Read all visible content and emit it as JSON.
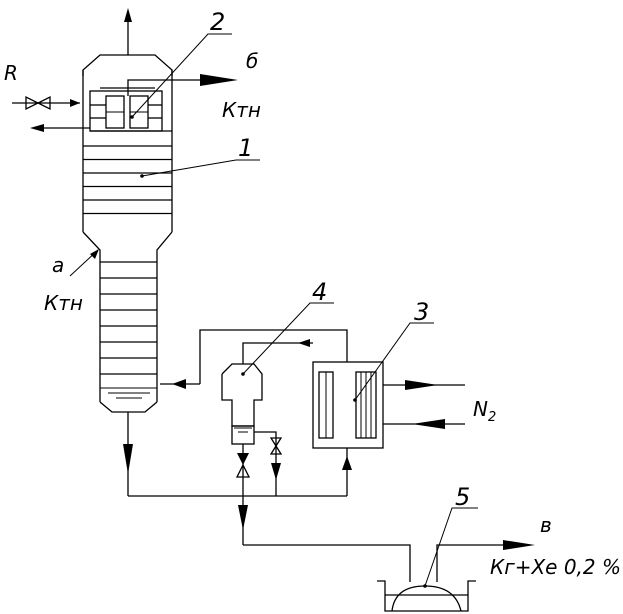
{
  "labels": {
    "R": "R",
    "b": "б",
    "b_stream": "Ктн",
    "a": "а",
    "a_stream": "Ктн",
    "n2": "N",
    "n2_sub": "2",
    "v": "в",
    "v_stream": "Кг+Хе 0,2 %"
  },
  "callouts": [
    "1",
    "2",
    "3",
    "4",
    "5"
  ]
}
